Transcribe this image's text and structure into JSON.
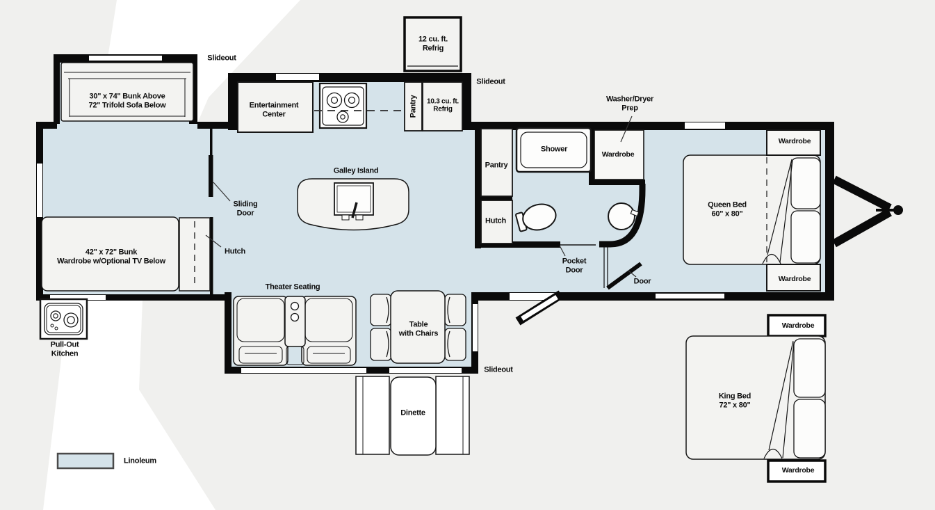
{
  "colors": {
    "background": "#f0f0ee",
    "swoosh": "#ffffff",
    "linoleum_floor": "#d5e3ea",
    "wall": "#0a0a0a",
    "furniture_fill": "#f3f3f1",
    "furniture_stroke": "#161616",
    "text": "#0d0d0d"
  },
  "slideouts": {
    "front": "Slideout",
    "kitchen": "Slideout",
    "living": "Slideout"
  },
  "labels": {
    "bunk_sofa": "30\" x 74\" Bunk Above\n72\" Trifold Sofa Below",
    "entertainment_center": "Entertainment\nCenter",
    "refrig_12": "12 cu. ft.\nRefrig",
    "refrig_10_3": "10.3 cu. ft.\nRefrig",
    "pantry_kitchen": "Pantry",
    "galley_island": "Galley Island",
    "pantry_bath": "Pantry",
    "hutch_bath": "Hutch",
    "shower": "Shower",
    "wardrobe_bath": "Wardrobe",
    "washer_dryer_prep": "Washer/Dryer\nPrep",
    "queen_bed": "Queen Bed\n60\" x 80\"",
    "wardrobe_queen_top": "Wardrobe",
    "wardrobe_queen_bottom": "Wardrobe",
    "sliding_door": "Sliding\nDoor",
    "hutch_front": "Hutch",
    "bunk_42": "42\" x 72\" Bunk\nWardrobe w/Optional TV Below",
    "pull_out_kitchen": "Pull-Out\nKitchen",
    "theater_seating": "Theater Seating",
    "table_with_chairs": "Table\nwith Chairs",
    "dinette": "Dinette",
    "pocket_door": "Pocket\nDoor",
    "door": "Door",
    "king_bed": "King Bed\n72\" x 80\"",
    "wardrobe_king_top": "Wardrobe",
    "wardrobe_king_bottom": "Wardrobe"
  },
  "legend": {
    "label": "Linoleum",
    "swatch_color": "#d5e3ea"
  }
}
